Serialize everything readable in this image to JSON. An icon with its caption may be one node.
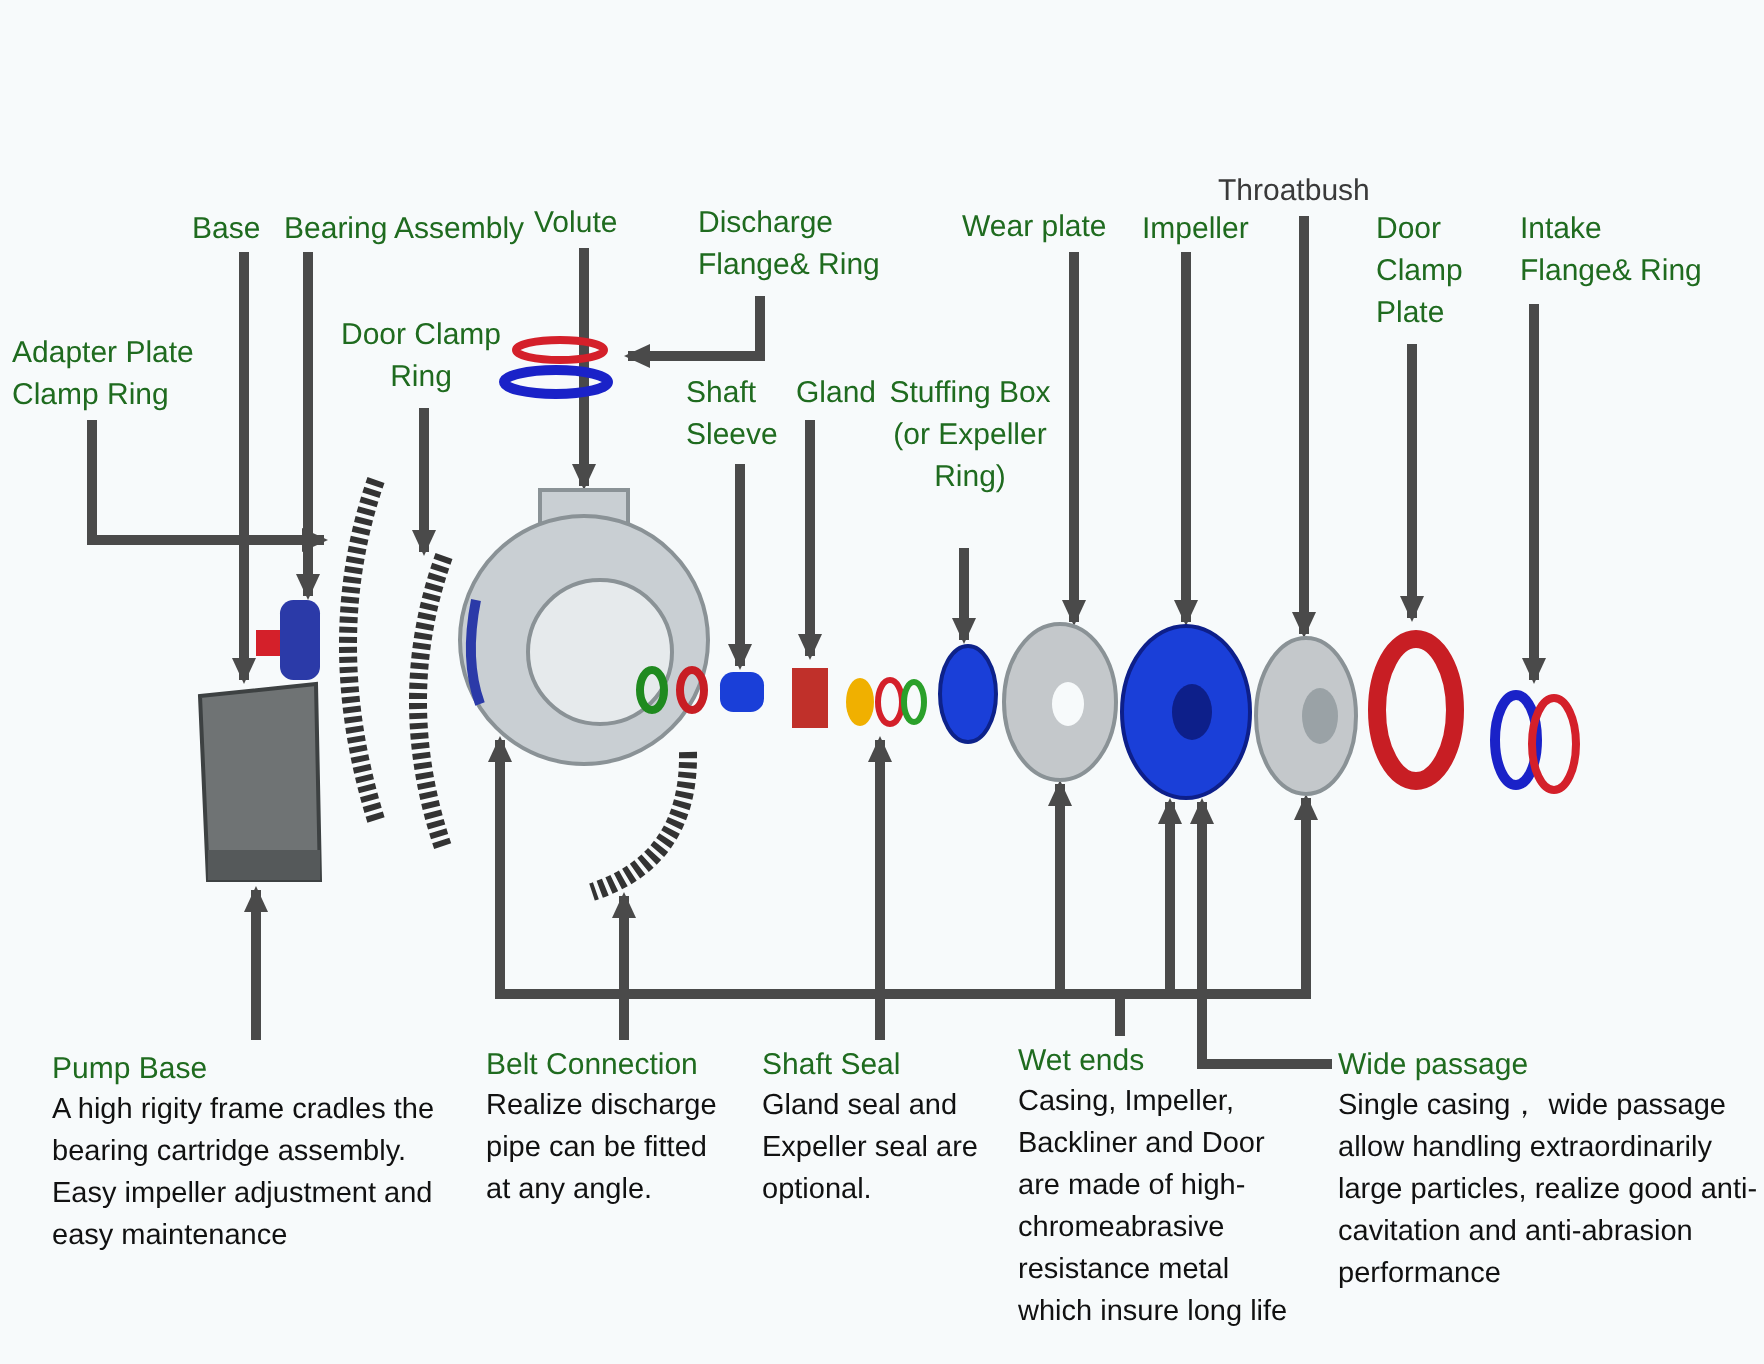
{
  "diagram": {
    "nodes": [
      {
        "text": [
          "Adapter Plate Clamp Ring"
        ]
      },
      {
        "text": [
          "Base"
        ]
      },
      {
        "text": [
          "Bearing Assembly"
        ]
      },
      {
        "text": [
          "Door Clamp Ring"
        ]
      },
      {
        "text": [
          "Volute"
        ]
      },
      {
        "text": [
          "Discharge Flange& Ring"
        ]
      },
      {
        "text": [
          "Shaft Sleeve"
        ]
      },
      {
        "text": [
          "Gland"
        ]
      },
      {
        "text": [
          "Stuffing Box (or Expeller Ring)"
        ]
      },
      {
        "text": [
          "Wear plate"
        ]
      },
      {
        "text": [
          "Impeller"
        ]
      },
      {
        "text": [
          "Throatbush"
        ]
      },
      {
        "text": [
          "Door Clamp Plate"
        ]
      },
      {
        "text": [
          "Intake Flange& Ring"
        ]
      },
      {
        "text": [
          "Pump Base",
          "A high rigity frame cradles the bearing cartridge assembly. Easy impeller adjustment and easy maintenance"
        ]
      },
      {
        "text": [
          "Belt Connection",
          "Realize discharge pipe can be fitted at any angle."
        ]
      },
      {
        "text": [
          "Shaft Seal",
          "Gland seal and Expeller seal are optional."
        ]
      },
      {
        "text": [
          "Wet ends",
          "Casing, Impeller, Backliner and Door are made of high-chromeabrasive resistance metal which insure long life"
        ]
      },
      {
        "text": [
          "Wide passage",
          "Single casing， wide passage allow handling extraordinarily large particles, realize good anti-cavitation and anti-abrasion performance"
        ]
      },
      {
        "text": [],
        "shape": "picture"
      },
      {
        "text": [],
        "shape": "cylinder"
      },
      {
        "text": [],
        "shape": "picture"
      },
      {
        "text": [],
        "shape": "picture"
      },
      {
        "text": [],
        "shape": "picture"
      },
      {
        "text": [],
        "shape": "picture"
      },
      {
        "text": [],
        "shape": "cylinder"
      },
      {
        "text": [],
        "shape": "box"
      },
      {
        "text": [],
        "shape": "circle"
      },
      {
        "text": [],
        "shape": "picture"
      },
      {
        "text": [],
        "shape": "picture"
      },
      {
        "text": [],
        "shape": "picture"
      },
      {
        "text": [],
        "shape": "circle"
      },
      {
        "text": [],
        "shape": "circle"
      },
      {
        "text": [],
        "shape": "picture"
      },
      {
        "text": [],
        "shape": "picture"
      }
    ],
    "edges": [
      {
        "from": 0,
        "to": 21,
        "arrow": "to"
      },
      {
        "from": 1,
        "to": 19,
        "arrow": "to"
      },
      {
        "from": 2,
        "to": 20,
        "arrow": "to"
      },
      {
        "from": 3,
        "to": 22,
        "arrow": "to"
      },
      {
        "from": 4,
        "to": 23,
        "arrow": "to"
      },
      {
        "from": 5,
        "to": 24,
        "arrow": "to"
      },
      {
        "from": 6,
        "to": 25,
        "arrow": "to"
      },
      {
        "from": 7,
        "to": 26,
        "arrow": "to"
      },
      {
        "from": 8,
        "to": 27,
        "arrow": "to"
      },
      {
        "from": 9,
        "to": 28,
        "arrow": "to"
      },
      {
        "from": 10,
        "to": 29,
        "arrow": "to"
      },
      {
        "from": 11,
        "to": 30,
        "arrow": "to"
      },
      {
        "from": 12,
        "to": 31,
        "arrow": "to"
      },
      {
        "from": 13,
        "to": 32,
        "arrow": "to"
      },
      {
        "from": 14,
        "to": 19,
        "arrow": "to"
      },
      {
        "from": 15,
        "to": 33,
        "arrow": "to"
      },
      {
        "from": 16,
        "to": 34,
        "arrow": "to"
      },
      {
        "from": 17,
        "to": 23,
        "arrow": "to"
      },
      {
        "from": 17,
        "to": 28,
        "arrow": "to"
      },
      {
        "from": 17,
        "to": 29,
        "arrow": "to"
      },
      {
        "from": 17,
        "to": 30,
        "arrow": "to"
      },
      {
        "from": 18,
        "to": 29,
        "arrow": "to"
      }
    ]
  }
}
